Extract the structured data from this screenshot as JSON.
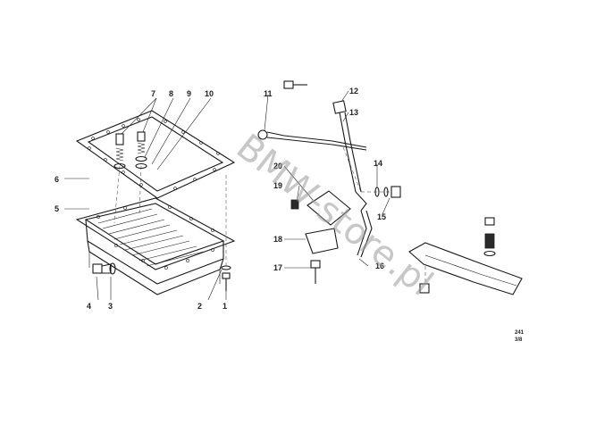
{
  "diagram": {
    "callouts": [
      "1",
      "2",
      "3",
      "4",
      "5",
      "6",
      "7",
      "8",
      "9",
      "10",
      "11",
      "12",
      "13",
      "14",
      "15",
      "16",
      "17",
      "18",
      "19",
      "20"
    ],
    "reference": {
      "line1": "241",
      "line2": "3/8"
    },
    "watermark": "BMW-store.pl"
  }
}
